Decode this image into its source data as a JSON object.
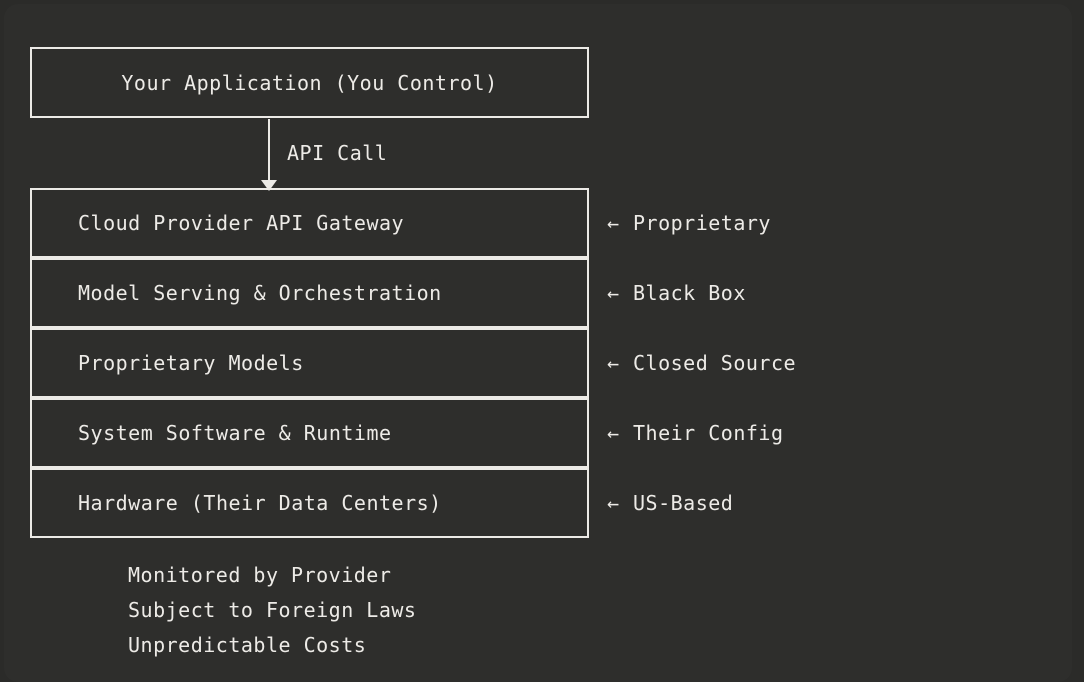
{
  "theme": {
    "page_background": "#2b2b29",
    "panel_background": "#2e2e2c",
    "line_color": "#eceae6",
    "text_color": "#edebe7"
  },
  "diagram": {
    "title_box": {
      "label": "Your Application (You Control)"
    },
    "connector": {
      "label": "API Call",
      "arrow_icon": "arrow-down-triangle-icon"
    },
    "stack": [
      {
        "label": "Cloud Provider API Gateway",
        "note_arrow": "←",
        "note": "Proprietary"
      },
      {
        "label": "Model Serving & Orchestration",
        "note_arrow": "←",
        "note": "Black Box"
      },
      {
        "label": "Proprietary Models",
        "note_arrow": "←",
        "note": "Closed Source"
      },
      {
        "label": "System Software & Runtime",
        "note_arrow": "←",
        "note": "Their Config"
      },
      {
        "label": "Hardware (Their Data Centers)",
        "note_arrow": "←",
        "note": "US-Based"
      }
    ],
    "footer_notes": [
      "Monitored by Provider",
      "Subject to Foreign Laws",
      "Unpredictable Costs"
    ]
  }
}
